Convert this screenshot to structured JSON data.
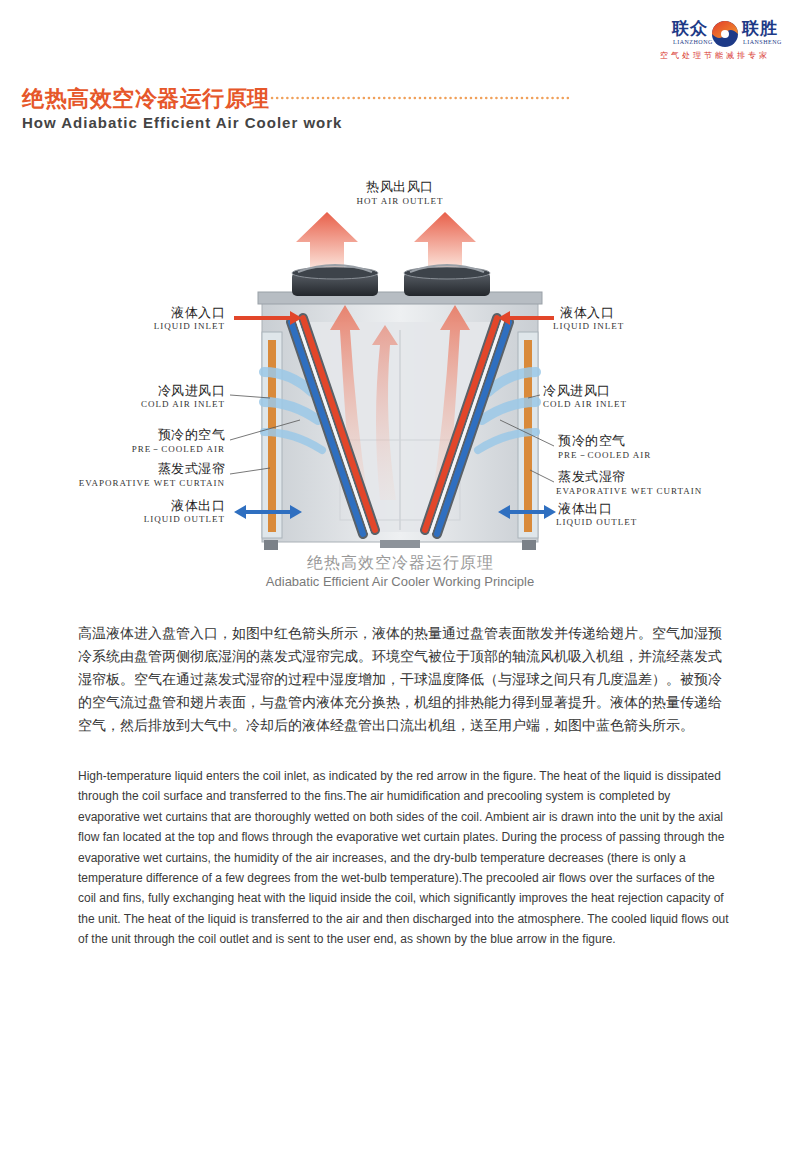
{
  "diagram": {
    "title": "绝热高效空冷器运行原理",
    "caption": "绝热高效空冷器运行原理",
    "labels": [
      "联众",
      "LIANZHONG",
      "联胜",
      "LIANSHENG",
      "空气处理节能减排专家",
      "How Adiabatic Efficient Air Cooler work",
      "热风出风口",
      "HOT AIR OUTLET",
      "液体入口",
      "LIQUID INLET",
      "液体入口",
      "LIQUID INLET",
      "冷风进风口",
      "COLD AIR INLET",
      "冷风进风口",
      "COLD AIR INLET",
      "预冷的空气",
      "PRE－COOLED AIR",
      "预冷的空气",
      "PRE－COOLED AIR",
      "蒸发式湿帘",
      "EVAPORATIVE WET CURTAIN",
      "蒸发式湿帘",
      "EVAPORATIVE WET CURTAIN",
      "液体出口",
      "LIQUID OUTLET",
      "液体出口",
      "LIQUID OUTLET",
      "Adiabatic Efficient Air Cooler Working Principle",
      "高温液体进入盘管入口，如图中红色箭头所示，液体的热量通过盘管表面散发并传递给翅片。空气加湿预冷系统由盘管两侧彻底湿润的蒸发式湿帘完成。环境空气被位于顶部的轴流风机吸入机组，并流经蒸发式湿帘板。空气在通过蒸发式湿帘的过程中湿度增加，干球温度降低（与湿球之间只有几度温差）。被预冷的空气流过盘管和翅片表面，与盘管内液体充分换热，机组的排热能力得到显著提升。液体的热量传递给空气，然后排放到大气中。冷却后的液体经盘管出口流出机组，送至用户端，如图中蓝色箭头所示。",
      "High-temperature liquid enters the coil inlet, as indicated by the red arrow in the figure. The heat of the liquid is dissipated through the coil surface and transferred to the fins.The air humidification and precooling system is completed by evaporative wet curtains that are thoroughly wetted on both sides of the coil. Ambient air is drawn into the unit by the axial flow fan located at the top and flows through the evaporative wet curtain plates. During the process of passing through the evaporative wet curtains, the humidity of the air increases, and the dry-bulb temperature decreases (there is only a temperature difference of a few degrees from the wet-bulb temperature).The precooled air flows over the surfaces of the coil and fins, fully exchanging heat with the liquid inside the coil, which significantly improves the heat rejection capacity of the unit. The heat of the liquid is transferred to the air and then discharged into the atmosphere. The cooled liquid flows out of the unit through the coil outlet and is sent to the user end, as shown by the blue arrow in the figure."
    ]
  }
}
